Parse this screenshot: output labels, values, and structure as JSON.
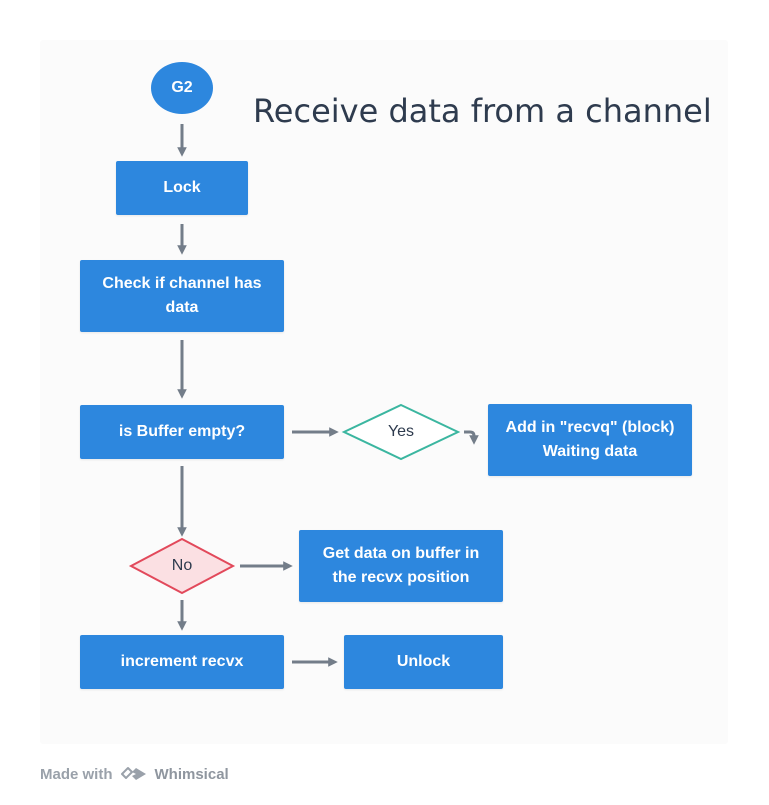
{
  "title": "Receive data from a channel",
  "nodes": {
    "start": "G2",
    "lock": "Lock",
    "check": "Check if channel has data",
    "buffer_empty": "is Buffer empty?",
    "yes": "Yes",
    "add_recvq": "Add in \"recvq\" (block) Waiting data",
    "no": "No",
    "get_data": "Get data on buffer in the recvx position",
    "increment": "increment recvx",
    "unlock": "Unlock"
  },
  "footer": {
    "made_with": "Made with",
    "brand": "Whimsical"
  },
  "colors": {
    "box": "#2d87de",
    "arrow": "#737d89",
    "yes_border": "#3bb6a0",
    "no_border": "#e2495b",
    "no_fill": "#fbe0e3",
    "title": "#2e3b4e"
  }
}
